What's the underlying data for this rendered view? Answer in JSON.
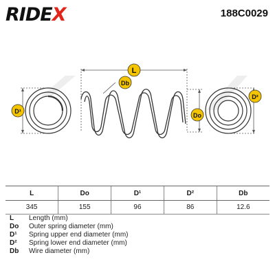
{
  "header": {
    "brand_main": "RIDE",
    "brand_accent": "X",
    "part_number": "188C0029"
  },
  "labels": {
    "length": "L",
    "wire_diameter": "Db",
    "upper_diameter": "D¹",
    "outer_diameter": "Do",
    "lower_diameter": "D²"
  },
  "table": {
    "headers": [
      "L",
      "Do",
      "D¹",
      "D²",
      "Db"
    ],
    "values": [
      "345",
      "155",
      "96",
      "86",
      "12.6"
    ]
  },
  "legend": [
    {
      "code": "L",
      "text": "Length (mm)"
    },
    {
      "code": "Do",
      "text": "Outer spring diameter (mm)"
    },
    {
      "code": "D¹",
      "text": "Spring upper end diameter (mm)"
    },
    {
      "code": "D²",
      "text": "Spring lower end diameter (mm)"
    },
    {
      "code": "Db",
      "text": "Wire diameter (mm)"
    }
  ],
  "colors": {
    "brand_accent": "#e1261c",
    "badge_fill": "#f5c400",
    "line": "#333333"
  }
}
